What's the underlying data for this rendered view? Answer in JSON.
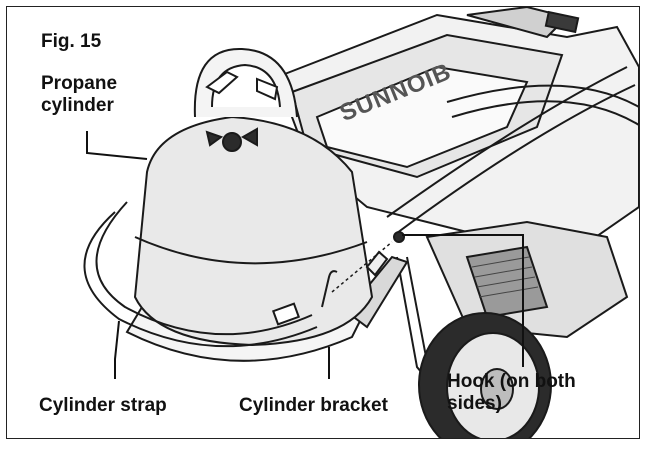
{
  "figure": {
    "number_label": "Fig. 15",
    "brand_text": "SUNNOIB"
  },
  "callouts": {
    "propane_cylinder": "Propane\ncylinder",
    "cylinder_strap": "Cylinder strap",
    "cylinder_bracket": "Cylinder bracket",
    "hook": "Hook (on both\nsides)"
  },
  "colors": {
    "line": "#1a1a1a",
    "shade": "#d9d9d9",
    "dark": "#2b2b2b"
  }
}
